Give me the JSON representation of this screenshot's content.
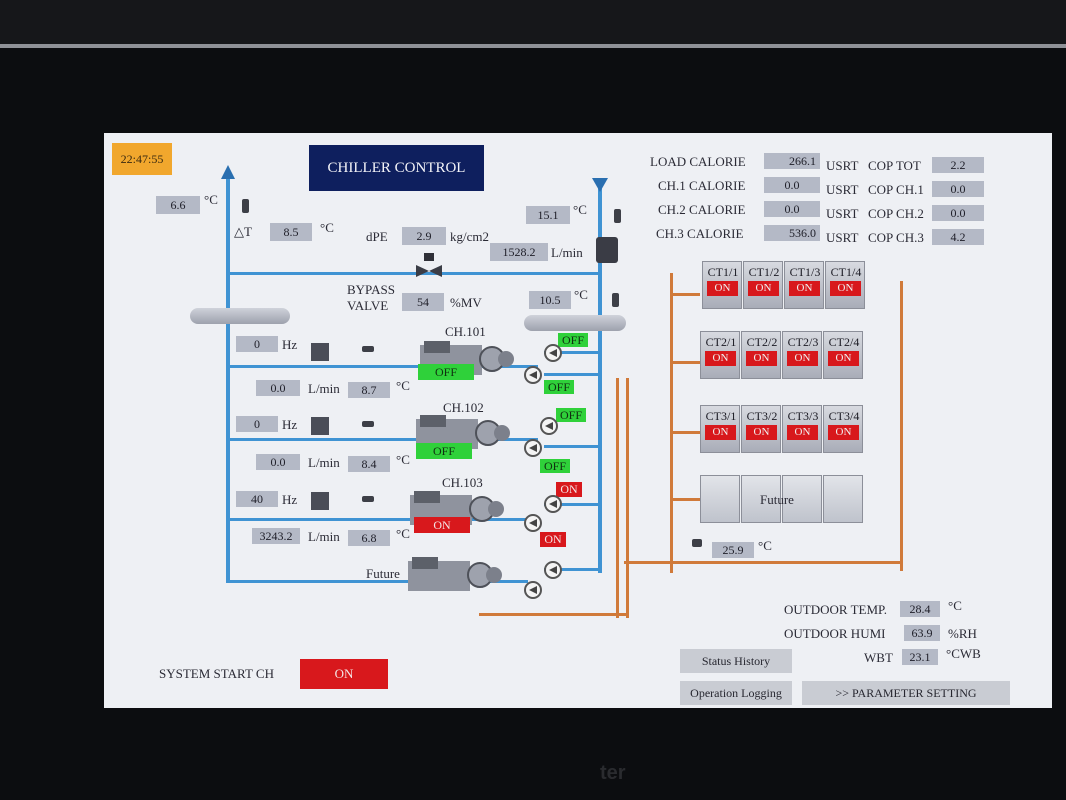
{
  "clock": "22:47:55",
  "title": "CHILLER CONTROL",
  "supply_temp": "6.6",
  "delta_t_label": "△T",
  "delta_t": "8.5",
  "deg_c": "°C",
  "return_temp": "15.1",
  "dpe_label": "dPE",
  "dpe": "2.9",
  "dpe_unit": "kg/cm2",
  "flow_main": "1528.2",
  "flow_unit": "L/min",
  "bypass_label_1": "BYPASS",
  "bypass_label_2": "VALVE",
  "bypass_value": "54",
  "bypass_unit": "%MV",
  "bypass_temp": "10.5",
  "hz_unit": "Hz",
  "load_calorie_label": "LOAD CALORIE",
  "load_calorie": "266.1",
  "ch1_calorie_label": "CH.1 CALORIE",
  "ch1_calorie": "0.0",
  "ch2_calorie_label": "CH.2 CALORIE",
  "ch2_calorie": "0.0",
  "ch3_calorie_label": "CH.3 CALORIE",
  "ch3_calorie": "536.0",
  "usrt": "USRT",
  "cop_tot_label": "COP TOT",
  "cop_tot": "2.2",
  "cop_ch1_label": "COP CH.1",
  "cop_ch1": "0.0",
  "cop_ch2_label": "COP CH.2",
  "cop_ch2": "0.0",
  "cop_ch3_label": "COP CH.3",
  "cop_ch3": "4.2",
  "chillers": [
    {
      "name": "CH.101",
      "hz": "0",
      "flow": "0.0",
      "temp": "8.7",
      "status": "OFF",
      "pump1": "OFF",
      "pump2": "OFF"
    },
    {
      "name": "CH.102",
      "hz": "0",
      "flow": "0.0",
      "temp": "8.4",
      "status": "OFF",
      "pump1": "OFF",
      "pump2": "OFF"
    },
    {
      "name": "CH.103",
      "hz": "40",
      "flow": "3243.2",
      "temp": "6.8",
      "status": "ON",
      "pump1": "ON",
      "pump2": "ON"
    }
  ],
  "future_label": "Future",
  "cooling_towers": [
    [
      {
        "name": "CT1/1",
        "status": "ON"
      },
      {
        "name": "CT1/2",
        "status": "ON"
      },
      {
        "name": "CT1/3",
        "status": "ON"
      },
      {
        "name": "CT1/4",
        "status": "ON"
      }
    ],
    [
      {
        "name": "CT2/1",
        "status": "ON"
      },
      {
        "name": "CT2/2",
        "status": "ON"
      },
      {
        "name": "CT2/3",
        "status": "ON"
      },
      {
        "name": "CT2/4",
        "status": "ON"
      }
    ],
    [
      {
        "name": "CT3/1",
        "status": "ON"
      },
      {
        "name": "CT3/2",
        "status": "ON"
      },
      {
        "name": "CT3/3",
        "status": "ON"
      },
      {
        "name": "CT3/4",
        "status": "ON"
      }
    ]
  ],
  "condenser_temp": "25.9",
  "outdoor_temp_label": "OUTDOOR TEMP.",
  "outdoor_temp": "28.4",
  "outdoor_humi_label": "OUTDOOR HUMI",
  "outdoor_humi": "63.9",
  "humi_unit": "%RH",
  "wbt_label": "WBT",
  "wbt": "23.1",
  "wbt_unit": "°CWB",
  "system_start_label": "SYSTEM START CH",
  "system_start": "ON",
  "status_history": "Status History",
  "operation_logging": "Operation Logging",
  "parameter_setting": ">>  PARAMETER SETTING",
  "brand_text": "ter"
}
